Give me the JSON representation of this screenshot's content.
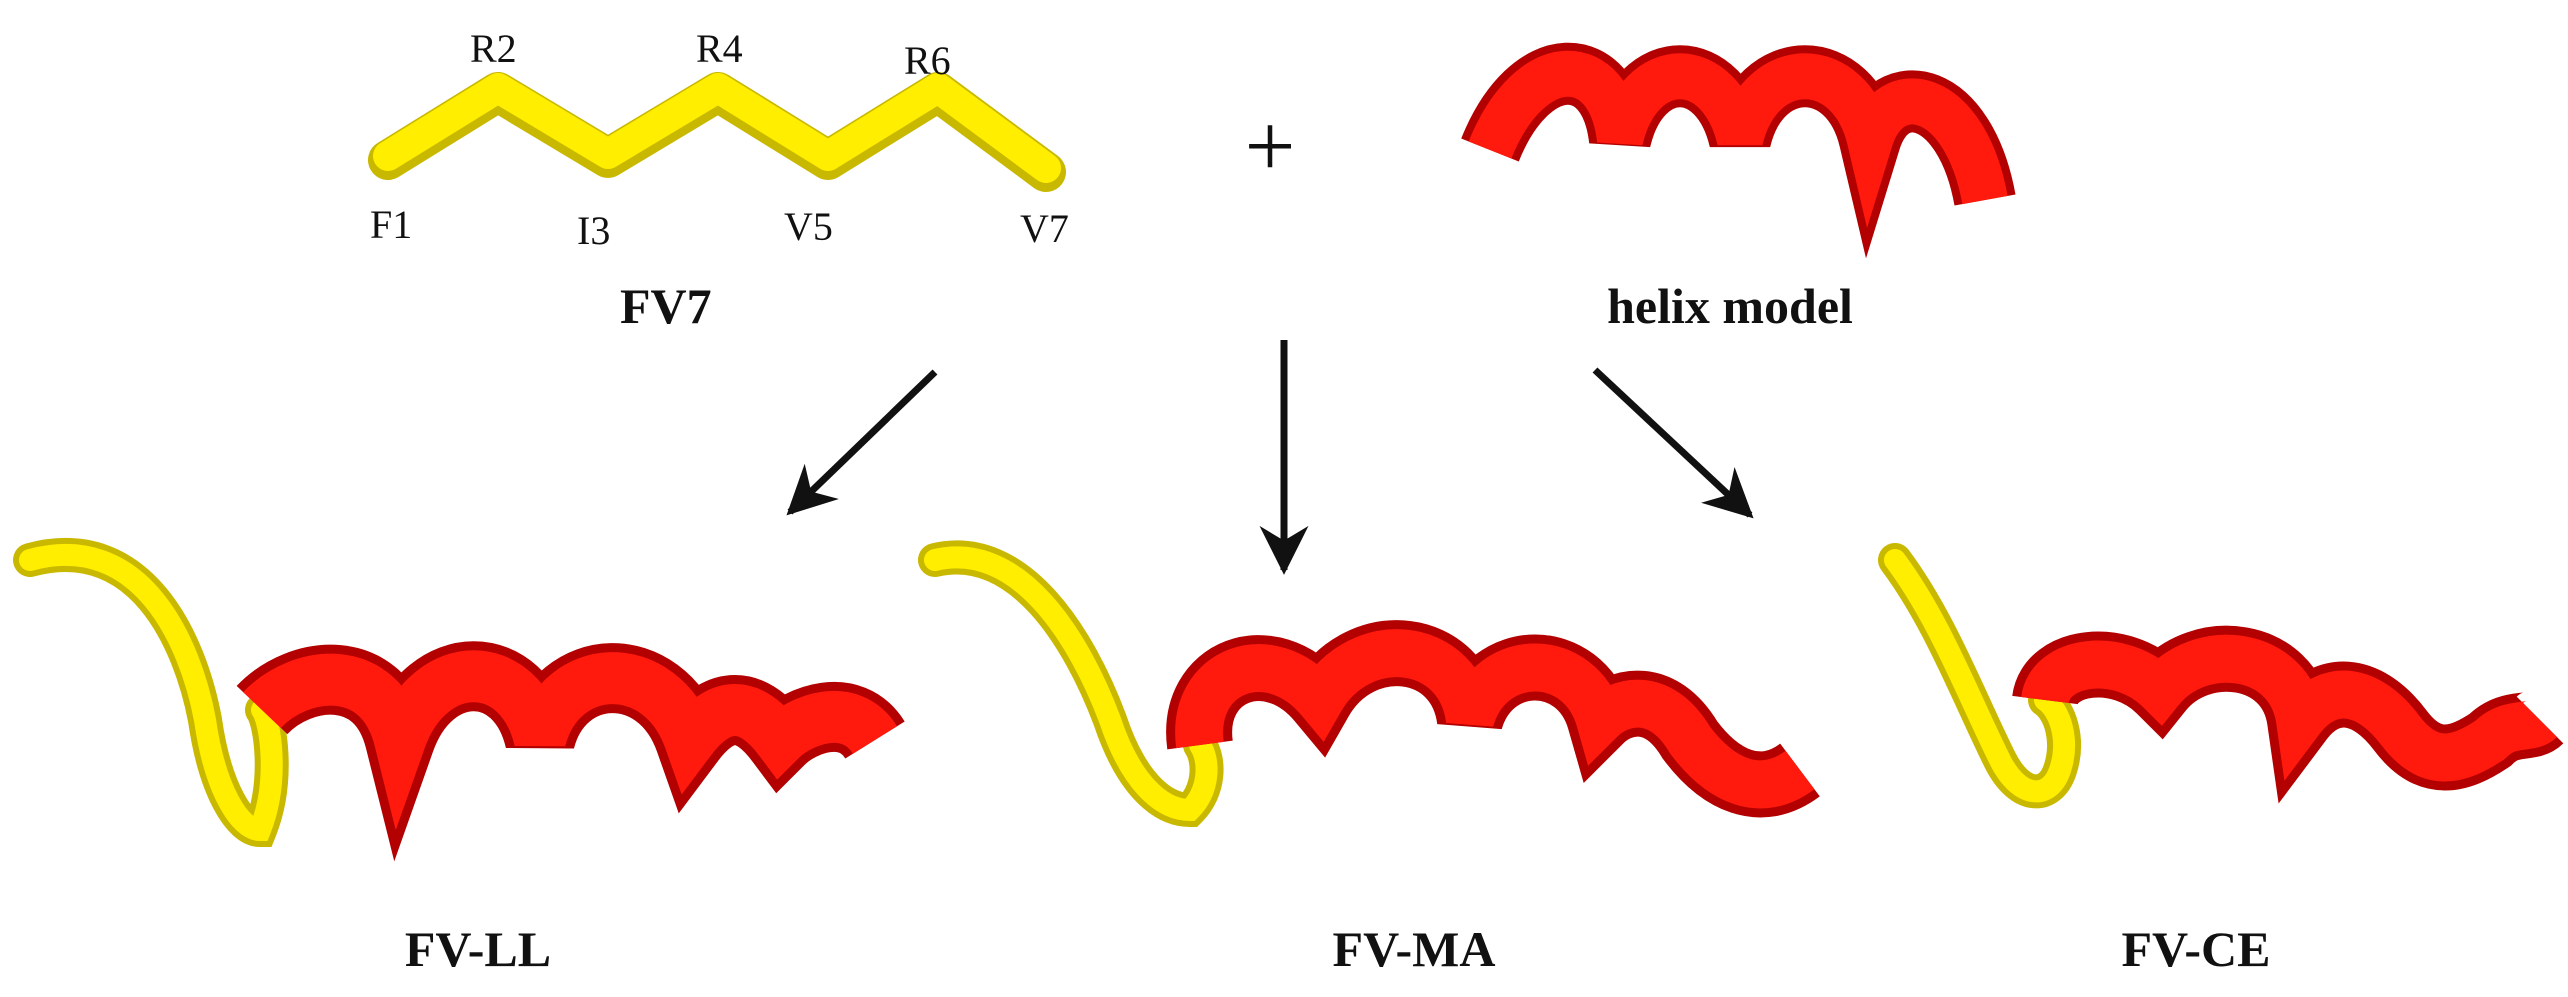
{
  "peptide": {
    "name": "FV7",
    "residues": [
      "F1",
      "R2",
      "I3",
      "R4",
      "V5",
      "R6",
      "V7"
    ],
    "color": "#ffee00"
  },
  "operator": "+",
  "helix": {
    "name": "helix model",
    "color": "#ff0000"
  },
  "results": [
    {
      "name": "FV-LL"
    },
    {
      "name": "FV-MA"
    },
    {
      "name": "FV-CE"
    }
  ],
  "colors": {
    "peptide_yellow": "#ffee00",
    "helix_red": "#ff0000",
    "arrow": "#111111",
    "text": "#111111"
  }
}
